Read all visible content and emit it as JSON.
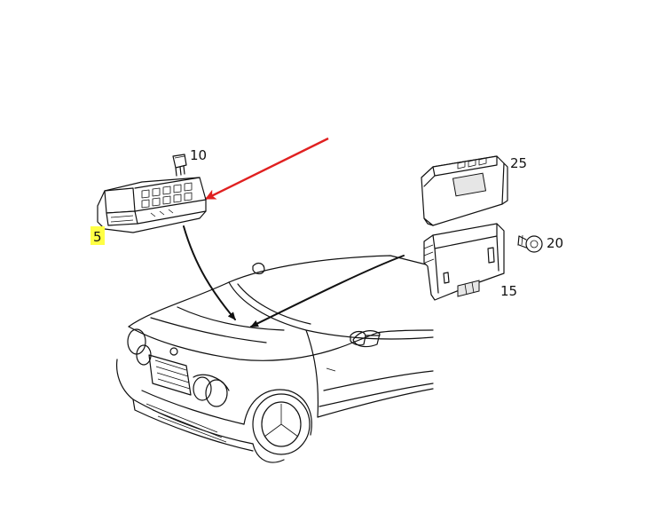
{
  "diagram": {
    "callouts": {
      "c5": "5",
      "c10": "10",
      "c25": "25",
      "c20": "20",
      "c15": "15"
    },
    "colors": {
      "highlight": "#ffff44",
      "arrow": "#e02020",
      "line": "#111111"
    },
    "icons": {
      "fuse_box": "fuse-relay-box-icon",
      "fuse": "fuse-icon",
      "control_unit_top": "control-unit-module-icon",
      "control_unit_bracket": "control-unit-bracket-icon",
      "screw": "screw-icon",
      "car": "car-front-outline-icon"
    }
  }
}
